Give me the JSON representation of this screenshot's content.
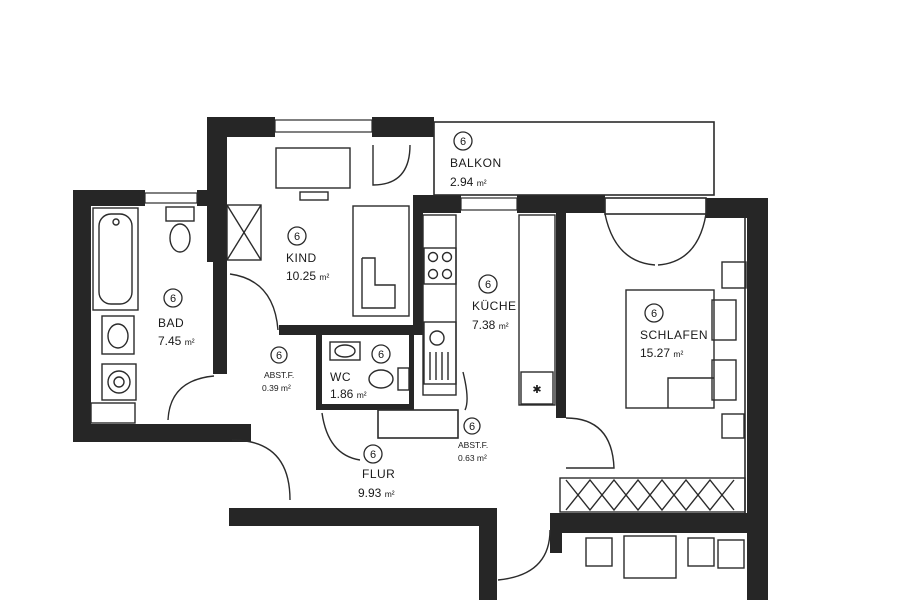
{
  "rooms": [
    {
      "id": "bad",
      "name": "BAD",
      "area": "7.45",
      "unit": "m²",
      "level": "6"
    },
    {
      "id": "kind",
      "name": "KIND",
      "area": "10.25",
      "unit": "m²",
      "level": "6"
    },
    {
      "id": "balkon",
      "name": "BALKON",
      "area": "2.94",
      "unit": "m²",
      "level": "6"
    },
    {
      "id": "kueche",
      "name": "KÜCHE",
      "area": "7.38",
      "unit": "m²",
      "level": "6"
    },
    {
      "id": "schlafen",
      "name": "SCHLAFEN",
      "area": "15.27",
      "unit": "m²",
      "level": "6"
    },
    {
      "id": "wc",
      "name": "WC",
      "area": "1.86",
      "unit": "m²",
      "level": "6"
    },
    {
      "id": "flur",
      "name": "FLUR",
      "area": "9.93",
      "unit": "m²",
      "level": "6"
    },
    {
      "id": "abstf1",
      "name": "ABST.F.",
      "area": "0.39",
      "unit": "m²",
      "level": "6"
    },
    {
      "id": "abstf2",
      "name": "ABST.F.",
      "area": "0.63",
      "unit": "m²",
      "level": "6"
    }
  ],
  "icons": [
    "bathtub-icon",
    "toilet-icon",
    "sink-icon",
    "washing-machine-icon",
    "stove-icon",
    "kitchen-sink-icon",
    "bed-icon",
    "door-swing-icon"
  ],
  "colors": {
    "wall": "#262626",
    "line": "#2b2b2b",
    "background": "#ffffff"
  }
}
